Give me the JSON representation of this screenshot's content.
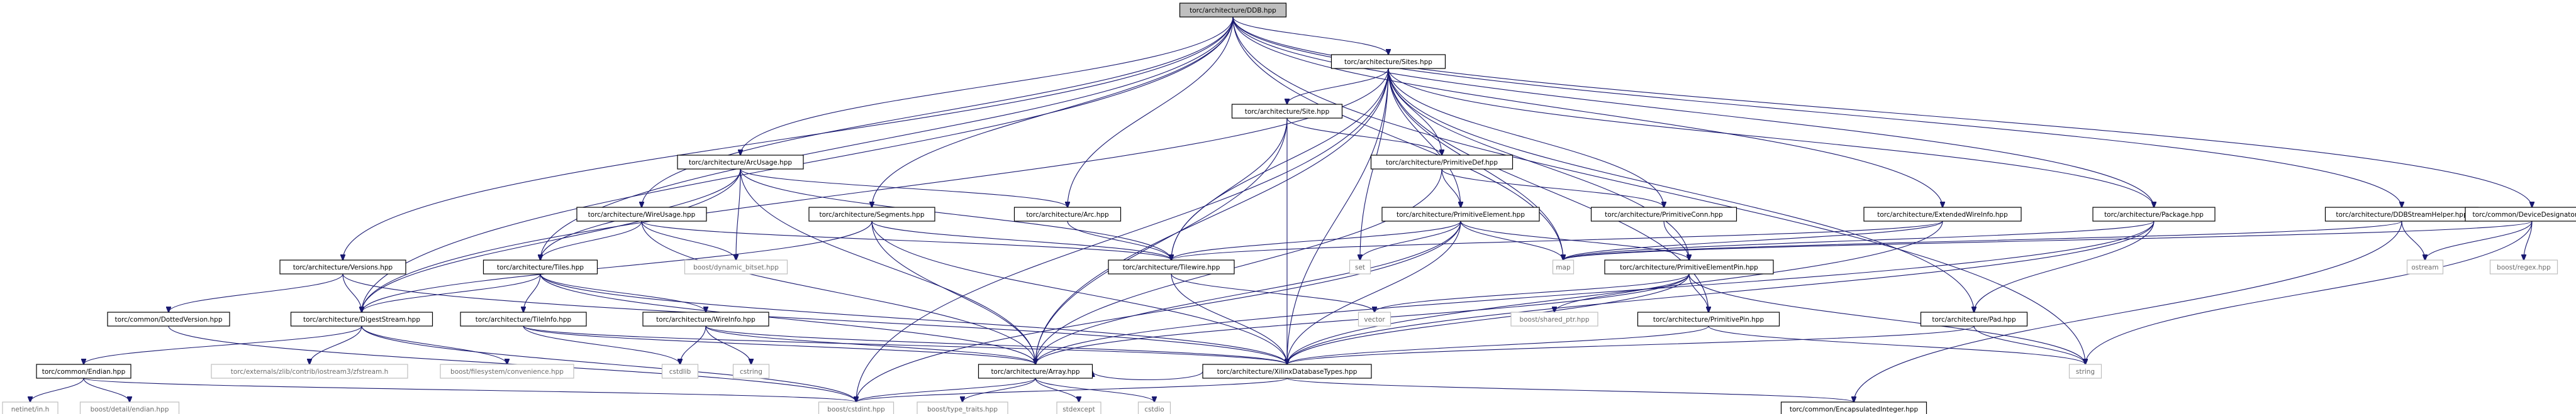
{
  "title": "torc/architecture/DDB.hpp",
  "colors": {
    "edge": "#191970",
    "root_fill": "#bfbfbf",
    "node_border": "#000000",
    "system_text": "#6b6b6b"
  },
  "nodes": [
    {
      "id": "ddb",
      "label": "torc/architecture/DDB.hpp",
      "kind": "root"
    },
    {
      "id": "sites",
      "label": "torc/architecture/Sites.hpp",
      "kind": "file"
    },
    {
      "id": "site",
      "label": "torc/architecture/Site.hpp",
      "kind": "file"
    },
    {
      "id": "primdef",
      "label": "torc/architecture/PrimitiveDef.hpp",
      "kind": "file"
    },
    {
      "id": "arcusage",
      "label": "torc/architecture/ArcUsage.hpp",
      "kind": "file"
    },
    {
      "id": "wireusage",
      "label": "torc/architecture/WireUsage.hpp",
      "kind": "file"
    },
    {
      "id": "segments",
      "label": "torc/architecture/Segments.hpp",
      "kind": "file"
    },
    {
      "id": "arc",
      "label": "torc/architecture/Arc.hpp",
      "kind": "file"
    },
    {
      "id": "primelem",
      "label": "torc/architecture/PrimitiveElement.hpp",
      "kind": "file"
    },
    {
      "id": "primconn",
      "label": "torc/architecture/PrimitiveConn.hpp",
      "kind": "file"
    },
    {
      "id": "extwire",
      "label": "torc/architecture/ExtendedWireInfo.hpp",
      "kind": "file"
    },
    {
      "id": "package",
      "label": "torc/architecture/Package.hpp",
      "kind": "file"
    },
    {
      "id": "ddbstream",
      "label": "torc/architecture/DDBStreamHelper.hpp",
      "kind": "file"
    },
    {
      "id": "devdes",
      "label": "torc/common/DeviceDesignator.hpp",
      "kind": "file"
    },
    {
      "id": "versions",
      "label": "torc/architecture/Versions.hpp",
      "kind": "file"
    },
    {
      "id": "tiles",
      "label": "torc/architecture/Tiles.hpp",
      "kind": "file"
    },
    {
      "id": "dynbitset",
      "label": "boost/dynamic_bitset.hpp",
      "kind": "system"
    },
    {
      "id": "tilewire",
      "label": "torc/architecture/Tilewire.hpp",
      "kind": "file"
    },
    {
      "id": "set",
      "label": "set",
      "kind": "system"
    },
    {
      "id": "map",
      "label": "map",
      "kind": "system"
    },
    {
      "id": "primelempin",
      "label": "torc/architecture/PrimitiveElementPin.hpp",
      "kind": "file"
    },
    {
      "id": "ostream",
      "label": "ostream",
      "kind": "system"
    },
    {
      "id": "regex",
      "label": "boost/regex.hpp",
      "kind": "system"
    },
    {
      "id": "dottedver",
      "label": "torc/common/DottedVersion.hpp",
      "kind": "file"
    },
    {
      "id": "digest",
      "label": "torc/architecture/DigestStream.hpp",
      "kind": "file"
    },
    {
      "id": "tileinfo",
      "label": "torc/architecture/TileInfo.hpp",
      "kind": "file"
    },
    {
      "id": "wireinfo",
      "label": "torc/architecture/WireInfo.hpp",
      "kind": "file"
    },
    {
      "id": "vector",
      "label": "vector",
      "kind": "system"
    },
    {
      "id": "sharedptr",
      "label": "boost/shared_ptr.hpp",
      "kind": "system"
    },
    {
      "id": "primpin",
      "label": "torc/architecture/PrimitivePin.hpp",
      "kind": "file"
    },
    {
      "id": "pad",
      "label": "torc/architecture/Pad.hpp",
      "kind": "file"
    },
    {
      "id": "endian",
      "label": "torc/common/Endian.hpp",
      "kind": "file"
    },
    {
      "id": "zfstream",
      "label": "torc/externals/zlib/contrib/iostream3/zfstream.h",
      "kind": "system"
    },
    {
      "id": "fsconv",
      "label": "boost/filesystem/convenience.hpp",
      "kind": "system"
    },
    {
      "id": "cstdlib",
      "label": "cstdlib",
      "kind": "system"
    },
    {
      "id": "cstring",
      "label": "cstring",
      "kind": "system"
    },
    {
      "id": "array",
      "label": "torc/architecture/Array.hpp",
      "kind": "file"
    },
    {
      "id": "xdbtypes",
      "label": "torc/architecture/XilinxDatabaseTypes.hpp",
      "kind": "file"
    },
    {
      "id": "string",
      "label": "string",
      "kind": "system"
    },
    {
      "id": "netinet",
      "label": "netinet/in.h",
      "kind": "system"
    },
    {
      "id": "detailendian",
      "label": "boost/detail/endian.hpp",
      "kind": "system"
    },
    {
      "id": "cstdint",
      "label": "boost/cstdint.hpp",
      "kind": "system"
    },
    {
      "id": "typetraits",
      "label": "boost/type_traits.hpp",
      "kind": "system"
    },
    {
      "id": "stdexcept",
      "label": "stdexcept",
      "kind": "system"
    },
    {
      "id": "cstdio",
      "label": "cstdio",
      "kind": "system"
    },
    {
      "id": "encint",
      "label": "torc/common/EncapsulatedInteger.hpp",
      "kind": "file"
    }
  ],
  "edges": [
    [
      "ddb",
      "sites"
    ],
    [
      "ddb",
      "arcusage"
    ],
    [
      "ddb",
      "wireusage"
    ],
    [
      "ddb",
      "segments"
    ],
    [
      "ddb",
      "arc"
    ],
    [
      "ddb",
      "extwire"
    ],
    [
      "ddb",
      "package"
    ],
    [
      "ddb",
      "ddbstream"
    ],
    [
      "ddb",
      "devdes"
    ],
    [
      "ddb",
      "versions"
    ],
    [
      "ddb",
      "tiles"
    ],
    [
      "ddb",
      "digest"
    ],
    [
      "ddb",
      "string"
    ],
    [
      "ddb",
      "map"
    ],
    [
      "sites",
      "site"
    ],
    [
      "sites",
      "primdef"
    ],
    [
      "sites",
      "primelem"
    ],
    [
      "sites",
      "primconn"
    ],
    [
      "sites",
      "primelempin"
    ],
    [
      "sites",
      "primpin"
    ],
    [
      "sites",
      "package"
    ],
    [
      "sites",
      "tilewire"
    ],
    [
      "sites",
      "set"
    ],
    [
      "sites",
      "map"
    ],
    [
      "sites",
      "array"
    ],
    [
      "sites",
      "xdbtypes"
    ],
    [
      "sites",
      "cstdint"
    ],
    [
      "sites",
      "digest"
    ],
    [
      "sites",
      "pad"
    ],
    [
      "site",
      "primdef"
    ],
    [
      "site",
      "tilewire"
    ],
    [
      "site",
      "xdbtypes"
    ],
    [
      "site",
      "array"
    ],
    [
      "primdef",
      "primelem"
    ],
    [
      "primdef",
      "primconn"
    ],
    [
      "primdef",
      "array"
    ],
    [
      "arcusage",
      "tiles"
    ],
    [
      "arcusage",
      "arc"
    ],
    [
      "arcusage",
      "dynbitset"
    ],
    [
      "arcusage",
      "tilewire"
    ],
    [
      "arcusage",
      "array"
    ],
    [
      "arcusage",
      "digest"
    ],
    [
      "wireusage",
      "tiles"
    ],
    [
      "wireusage",
      "dynbitset"
    ],
    [
      "wireusage",
      "array"
    ],
    [
      "wireusage",
      "tilewire"
    ],
    [
      "segments",
      "tilewire"
    ],
    [
      "segments",
      "array"
    ],
    [
      "segments",
      "xdbtypes"
    ],
    [
      "segments",
      "digest"
    ],
    [
      "arc",
      "tilewire"
    ],
    [
      "primelem",
      "primelempin"
    ],
    [
      "primelem",
      "set"
    ],
    [
      "primelem",
      "map"
    ],
    [
      "primelem",
      "array"
    ],
    [
      "primelem",
      "xdbtypes"
    ],
    [
      "primelem",
      "cstdint"
    ],
    [
      "primelem",
      "tilewire"
    ],
    [
      "primconn",
      "primelempin"
    ],
    [
      "extwire",
      "tilewire"
    ],
    [
      "extwire",
      "xdbtypes"
    ],
    [
      "extwire",
      "map"
    ],
    [
      "package",
      "pad"
    ],
    [
      "package",
      "xdbtypes"
    ],
    [
      "package",
      "map"
    ],
    [
      "package",
      "array"
    ],
    [
      "ddbstream",
      "ostream"
    ],
    [
      "ddbstream",
      "encint"
    ],
    [
      "ddbstream",
      "map"
    ],
    [
      "devdes",
      "ostream"
    ],
    [
      "devdes",
      "regex"
    ],
    [
      "devdes",
      "string"
    ],
    [
      "devdes",
      "map"
    ],
    [
      "versions",
      "dottedver"
    ],
    [
      "versions",
      "digest"
    ],
    [
      "versions",
      "xdbtypes"
    ],
    [
      "tiles",
      "tileinfo"
    ],
    [
      "tiles",
      "wireinfo"
    ],
    [
      "tiles",
      "array"
    ],
    [
      "tiles",
      "xdbtypes"
    ],
    [
      "tiles",
      "digest"
    ],
    [
      "tilewire",
      "xdbtypes"
    ],
    [
      "tilewire",
      "vector"
    ],
    [
      "primelempin",
      "primpin"
    ],
    [
      "primelempin",
      "sharedptr"
    ],
    [
      "primelempin",
      "array"
    ],
    [
      "primelempin",
      "xdbtypes"
    ],
    [
      "primelempin",
      "string"
    ],
    [
      "primelempin",
      "vector"
    ],
    [
      "dottedver",
      "cstdint"
    ],
    [
      "digest",
      "endian"
    ],
    [
      "digest",
      "zfstream"
    ],
    [
      "digest",
      "fsconv"
    ],
    [
      "digest",
      "cstdint"
    ],
    [
      "tileinfo",
      "array"
    ],
    [
      "tileinfo",
      "xdbtypes"
    ],
    [
      "tileinfo",
      "cstdlib"
    ],
    [
      "wireinfo",
      "array"
    ],
    [
      "wireinfo",
      "xdbtypes"
    ],
    [
      "wireinfo",
      "cstring"
    ],
    [
      "wireinfo",
      "cstdlib"
    ],
    [
      "primpin",
      "xdbtypes"
    ],
    [
      "primpin",
      "string"
    ],
    [
      "pad",
      "xdbtypes"
    ],
    [
      "pad",
      "string"
    ],
    [
      "endian",
      "netinet"
    ],
    [
      "endian",
      "detailendian"
    ],
    [
      "endian",
      "cstdint"
    ],
    [
      "array",
      "cstdint"
    ],
    [
      "array",
      "typetraits"
    ],
    [
      "array",
      "stdexcept"
    ],
    [
      "array",
      "cstdio"
    ],
    [
      "xdbtypes",
      "cstdint"
    ],
    [
      "xdbtypes",
      "encint"
    ],
    [
      "xdbtypes",
      "array"
    ]
  ]
}
